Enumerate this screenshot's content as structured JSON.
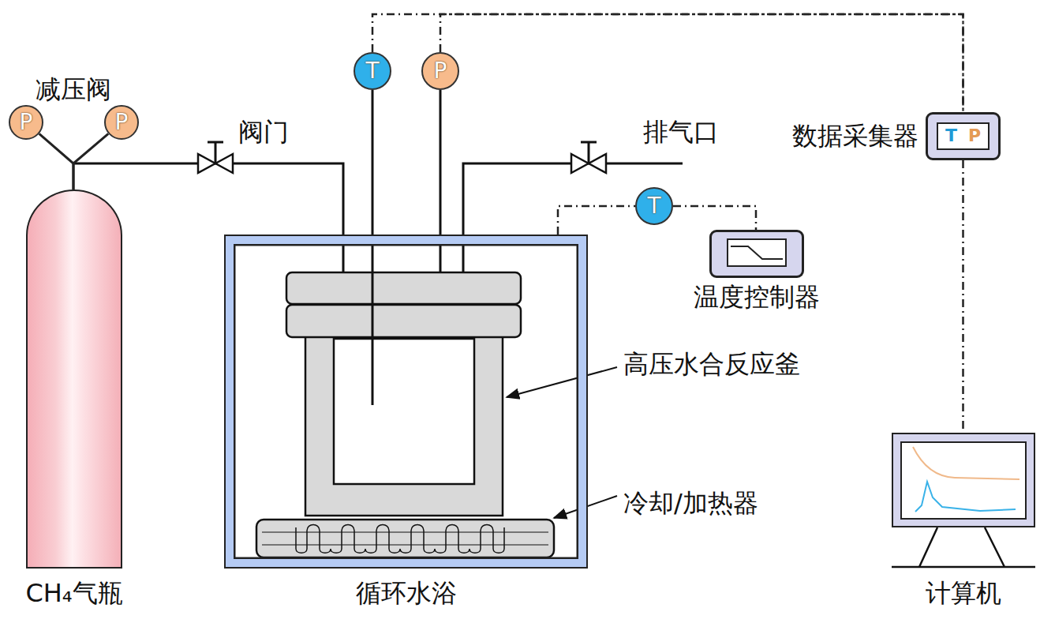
{
  "diagram": {
    "nodes": [
      {
        "text": [
          "P"
        ]
      },
      {
        "text": [
          "P"
        ]
      },
      {
        "text": [
          "CH₄气瓶"
        ]
      },
      {
        "text": [
          "循环水浴"
        ]
      },
      {
        "text": [
          "T"
        ]
      },
      {
        "text": [
          "P"
        ]
      },
      {
        "text": [
          "T"
        ]
      },
      {
        "text": [
          "温度控制器"
        ]
      },
      {
        "text": [
          "数据采集器",
          "T",
          "P"
        ]
      },
      {
        "text": [
          "计算机"
        ]
      }
    ],
    "edges": [
      {
        "from": 0,
        "to": 2,
        "arrow": "none"
      },
      {
        "from": 1,
        "to": 2,
        "arrow": "none"
      },
      {
        "from": 4,
        "to": 8,
        "arrow": "none"
      },
      {
        "from": 5,
        "to": 8,
        "arrow": "none"
      },
      {
        "from": 8,
        "to": 9,
        "arrow": "none"
      },
      {
        "from": 3,
        "to": 6,
        "arrow": "none"
      },
      {
        "from": 6,
        "to": 7,
        "arrow": "none"
      }
    ],
    "labels": [
      "减压阀",
      "阀门",
      "排气口",
      "高压水合反应釜",
      "冷却/加热器"
    ]
  }
}
